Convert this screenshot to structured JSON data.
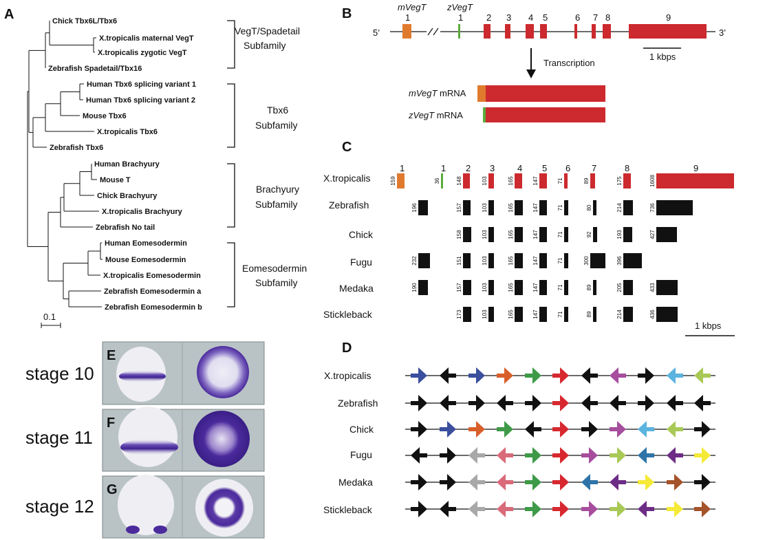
{
  "panel_labels": {
    "a": "A",
    "b": "B",
    "c": "C",
    "d": "D",
    "e": "E",
    "f": "F",
    "g": "G"
  },
  "tree": {
    "taxa": [
      "Chick Tbx6L/Tbx6",
      "X.tropicalis maternal VegT",
      "X.tropicalis zygotic VegT",
      "Zebrafish Spadetail/Tbx16",
      "Human Tbx6 splicing variant 1",
      "Human Tbx6 splicing variant 2",
      "Mouse Tbx6",
      "X.tropicalis Tbx6",
      "Zebrafish Tbx6",
      "Human Brachyury",
      "Mouse T",
      "Chick Brachyury",
      "X.tropicalis Brachyury",
      "Zebrafish No tail",
      "Human Eomesodermin",
      "Mouse Eomesodermin",
      "X.tropicalis Eomesodermin",
      "Zebrafish Eomesodermin a",
      "Zebrafish Eomesodermin b"
    ],
    "subfamilies": [
      {
        "line1": "VegT/Spadetail",
        "line2": "Subfamily"
      },
      {
        "line1": "Tbx6",
        "line2": "Subfamily"
      },
      {
        "line1": "Brachyury",
        "line2": "Subfamily"
      },
      {
        "line1": "Eomesodermin",
        "line2": "Subfamily"
      }
    ],
    "scale_label": "0.1"
  },
  "gene": {
    "m_exon_label": "mVegT",
    "z_exon_label": "zVegT",
    "exon_numbers": [
      "1",
      "1",
      "2",
      "3",
      "4",
      "5",
      "6",
      "7",
      "8",
      "9"
    ],
    "five_prime": "5’",
    "three_prime": "3’",
    "scale_label": "1 kbps",
    "transcription_label": "Transcription",
    "mrna": [
      {
        "name": "mVegT",
        "suffix": " mRNA"
      },
      {
        "name": "zVegT",
        "suffix": " mRNA"
      }
    ],
    "colors": {
      "maternal": "#e07b2e",
      "zygotic": "#5aab3c",
      "exon": "#cc2a2e"
    }
  },
  "exons": {
    "header": [
      "1",
      "1",
      "2",
      "3",
      "4",
      "5",
      "6",
      "7",
      "8",
      "9"
    ],
    "species": [
      "X.tropicalis",
      "Zebrafish",
      "Chick",
      "Fugu",
      "Medaka",
      "Stickleback"
    ],
    "rows": [
      [
        "159",
        "36",
        "148",
        "103",
        "165",
        "147",
        "71",
        "89",
        "175",
        "1608"
      ],
      [
        "196",
        "157",
        "103",
        "165",
        "147",
        "71",
        "80",
        "214",
        "736"
      ],
      [
        "158",
        "103",
        "165",
        "147",
        "71",
        "92",
        "193",
        "427"
      ],
      [
        "232",
        "151",
        "103",
        "165",
        "147",
        "71",
        "300",
        "396"
      ],
      [
        "190",
        "157",
        "103",
        "165",
        "147",
        "71",
        "89",
        "205",
        "433"
      ],
      [
        "173",
        "103",
        "165",
        "147",
        "71",
        "89",
        "214",
        "436"
      ]
    ],
    "scale_label": "1 kbps"
  },
  "synteny": {
    "species": [
      "X.tropicalis",
      "Zebrafish",
      "Chick",
      "Fugu",
      "Medaka",
      "Stickleback"
    ],
    "colors": {
      "k": "#111111",
      "n": "#3b4f9e",
      "o": "#d95f2a",
      "g": "#3e9a48",
      "r": "#d8282f",
      "m": "#a64d9e",
      "c": "#5bb4e0",
      "l": "#a9c957",
      "y": "#f4ea37",
      "s": "#a8a8a8",
      "p": "#d96a7a",
      "t": "#2f74a8",
      "v": "#6d2c86",
      "b": "#a5532a"
    },
    "rows": [
      [
        "nR",
        "kL",
        "nR",
        "oR",
        "gR",
        "rR",
        "kL",
        "mL",
        "kR",
        "cL",
        "lL"
      ],
      [
        "kR",
        "kL",
        "kR",
        "kL",
        "kR",
        "rR",
        "kL",
        "kL",
        "kR",
        "kL",
        "kL"
      ],
      [
        "kR",
        "nR",
        "oR",
        "gR",
        "kL",
        "rR",
        "kR",
        "mR",
        "cL",
        "lL",
        "kR"
      ],
      [
        "kL",
        "kR",
        "sL",
        "pL",
        "gR",
        "rR",
        "mR",
        "lR",
        "tL",
        "vL",
        "yR"
      ],
      [
        "kR",
        "kR",
        "sL",
        "pL",
        "gR",
        "rR",
        "tL",
        "vL",
        "yR",
        "bR",
        "kR"
      ],
      [
        "kR",
        "kL",
        "sL",
        "pL",
        "gR",
        "rR",
        "mR",
        "lR",
        "vL",
        "yR",
        "bR"
      ]
    ]
  },
  "stages": [
    "stage 10",
    "stage 11",
    "stage 12"
  ],
  "embryo_colors": {
    "stain": "#4b2a9c",
    "background": "#b9c3c6",
    "embryo": "#efeef3"
  }
}
